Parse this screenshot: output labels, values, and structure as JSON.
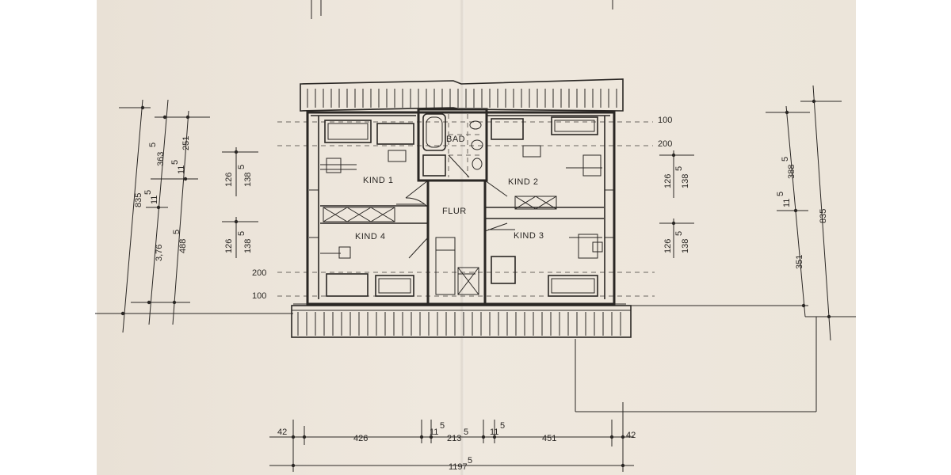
{
  "rooms": {
    "bad": "BAD",
    "kind1": "KIND 1",
    "kind2": "KIND 2",
    "kind3": "KIND 3",
    "kind4": "KIND 4",
    "flur": "FLUR"
  },
  "levels": {
    "right_100": "100",
    "right_200": "200",
    "left_200": "200",
    "left_100": "100"
  },
  "dims_left": {
    "total": "835",
    "d363": "363",
    "d363_sup": "5",
    "d251": "251",
    "d11": "11",
    "d11_sup": "5",
    "d11b": "11",
    "d11b_sup": "5",
    "d376": "3,76",
    "d488": "488",
    "d488_sup": "5"
  },
  "dims_window_left": {
    "upper_a": "126",
    "upper_b": "138",
    "upper_b_sup": "5",
    "lower_a": "126",
    "lower_b": "138",
    "lower_b_sup": "5"
  },
  "dims_window_right": {
    "upper_a": "126",
    "upper_b": "138",
    "upper_b_sup": "5",
    "lower_a": "126",
    "lower_b": "138",
    "lower_b_sup": "5"
  },
  "dims_right": {
    "d388": "388",
    "d388_sup": "5",
    "d11": "11",
    "d11_sup": "5",
    "total": "835",
    "d351": "351"
  },
  "dims_bottom": {
    "d42a": "42",
    "d426": "426",
    "d11a": "11",
    "d11a_sup": "5",
    "d213": "213",
    "d213_sup": "5",
    "d11b": "11",
    "d11b_sup": "5",
    "d451": "451",
    "d42b": "42",
    "total": "1197",
    "total_sup": "5"
  }
}
